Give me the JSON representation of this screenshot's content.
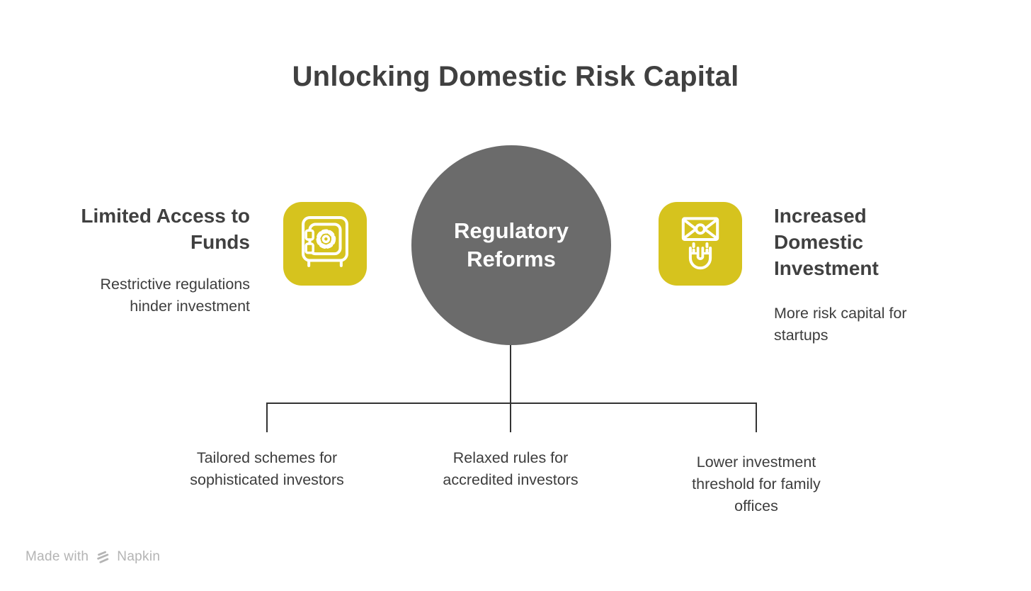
{
  "title": "Unlocking Domestic Risk Capital",
  "center_node": {
    "label": "Regulatory\nReforms"
  },
  "left_item": {
    "heading": "Limited Access to\nFunds",
    "description": "Restrictive regulations\nhinder investment",
    "icon": "safe-vault-icon"
  },
  "right_item": {
    "heading": "Increased\nDomestic\nInvestment",
    "description": "More risk capital for\nstartups",
    "icon": "money-magnet-icon"
  },
  "branches": [
    {
      "label": "Tailored schemes for\nsophisticated investors"
    },
    {
      "label": "Relaxed rules for\naccredited investors"
    },
    {
      "label": "Lower investment\nthreshold for family\noffices"
    }
  ],
  "footer": {
    "made_with_label": "Made with",
    "brand_name": "Napkin"
  },
  "colors": {
    "accent_yellow": "#d6c31e",
    "node_gray": "#6b6b6b",
    "heading_text": "#404040",
    "body_text": "#3d3d3d",
    "connector_line": "#333333",
    "footer_text": "#b4b4b4",
    "icon_glyph": "#ffffff",
    "background": "#ffffff"
  }
}
